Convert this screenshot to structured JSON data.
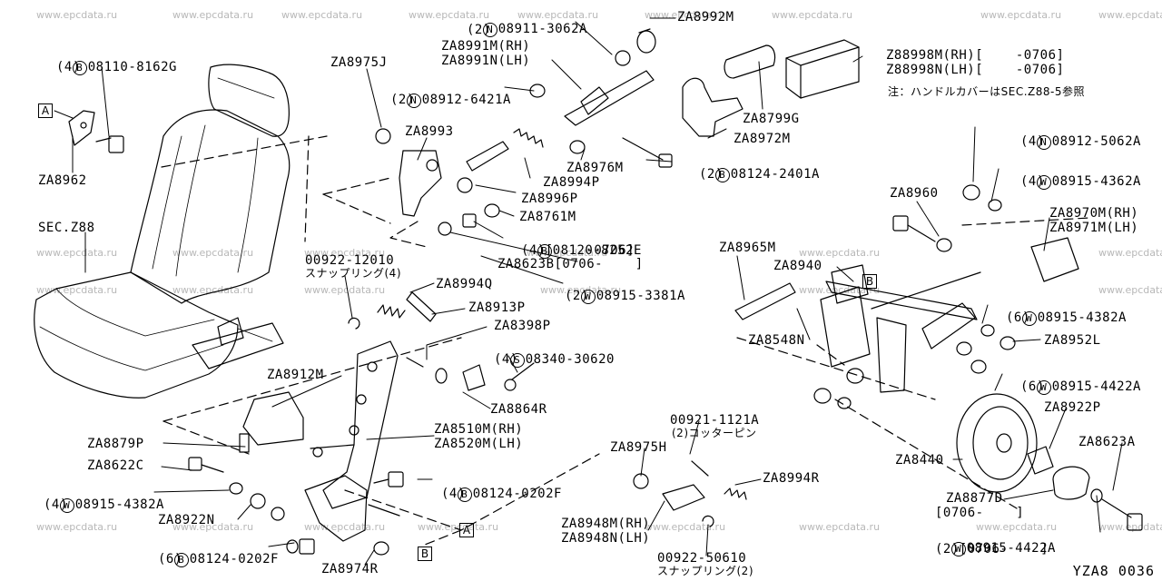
{
  "watermark": "www.epcdata.ru",
  "diagram_code": "YZA8 0036",
  "labels": {
    "n_08911_3062a": {
      "prefix": "N",
      "part": "08911-3062A",
      "qty": "(2)"
    },
    "za8992m": "ZA8992M",
    "za8991m_rh": "ZA8991M(RH)",
    "za8991n_lh": "ZA8991N(LH)",
    "b_08110_8162g": {
      "prefix": "B",
      "part": "08110-8162G",
      "qty": "(4)"
    },
    "za8975j": "ZA8975J",
    "n_08912_6421a": {
      "prefix": "N",
      "part": "08912-6421A",
      "qty": "(2)"
    },
    "za8998m_rh": "Z88998M(RH)[    -0706]",
    "za8998n_lh": "Z88998N(LH)[    -0706]",
    "handle_note": "注：ハンドルカバーはSEC.Z88-5参照",
    "za8993": "ZA8993",
    "za8799g": "ZA8799G",
    "za8972m": "ZA8972M",
    "za8962": "ZA8962",
    "za8976m": "ZA8976M",
    "b_08124_2401a": {
      "prefix": "B",
      "part": "08124-2401A",
      "qty": "(2)"
    },
    "za8994p": "ZA8994P",
    "n_08912_5062a": {
      "prefix": "N",
      "part": "08912-5062A",
      "qty": "(4)"
    },
    "za8996p": "ZA8996P",
    "w_08915_4362a": {
      "prefix": "W",
      "part": "08915-4362A",
      "qty": "(4)"
    },
    "za8761m": "ZA8761M",
    "za8960": "ZA8960",
    "za8970m_rh": "ZA8970M(RH)",
    "za8971m_lh": "ZA8971M(LH)",
    "sec_z88": "SEC.Z88",
    "b_08120_8252e": {
      "prefix": "B",
      "part": "08120-8252E",
      "qty": "(4)[    -0706]"
    },
    "za8623b": "ZA8623B[0706-    ]",
    "za8965m": "ZA8965M",
    "snap_ring_part": "00922-12010",
    "snap_ring_text": "スナップリング(4)",
    "za8940": "ZA8940",
    "za8994q": "ZA8994Q",
    "w_08915_3381a": {
      "prefix": "W",
      "part": "08915-3381A",
      "qty": "(2)"
    },
    "za8913p": "ZA8913P",
    "w_08915_4382a_r": {
      "prefix": "W",
      "part": "08915-4382A",
      "qty": "(6)"
    },
    "za8398p": "ZA8398P",
    "za8548n": "ZA8548N",
    "s_08340_30620": {
      "prefix": "S",
      "part": "08340-30620",
      "qty": "(4)"
    },
    "za8952l": "ZA8952L",
    "w_08915_4422a_r": {
      "prefix": "W",
      "part": "08915-4422A",
      "qty": "(6)"
    },
    "za8912m": "ZA8912M",
    "za8864r": "ZA8864R",
    "za8922p": "ZA8922P",
    "za8510m_rh": "ZA8510M(RH)",
    "za8520m_lh": "ZA8520M(LH)",
    "cotter_part": "00921-1121A",
    "cotter_text": "(2)コッターピン",
    "za8623a": "ZA8623A",
    "za8879p": "ZA8879P",
    "za8975h": "ZA8975H",
    "za8440": "ZA8440",
    "za8622c": "ZA8622C",
    "b_08124_0202f_m": {
      "prefix": "B",
      "part": "08124-0202F",
      "qty": "(4)"
    },
    "za8994r": "ZA8994R",
    "w_08915_4382a_l": {
      "prefix": "W",
      "part": "08915-4382A",
      "qty": "(4)"
    },
    "za8877d": "ZA8877D",
    "za8877d_range": "[0706-    ]",
    "za8922n": "ZA8922N",
    "za8948m_rh": "ZA8948M(RH)",
    "za8948n_lh": "ZA8948N(LH)",
    "b_08124_0202f_l": {
      "prefix": "B",
      "part": "08124-0202F",
      "qty": "(6)"
    },
    "w_08915_4422a_b": {
      "prefix": "W",
      "part": "08915-4422A",
      "qty": "(2)[0706-    ]"
    },
    "snap_ring2_part": "00922-50610",
    "snap_ring2_text": "スナップリング(2)",
    "za8974r": "ZA8974R",
    "ref_a": "A",
    "ref_b": "B"
  }
}
